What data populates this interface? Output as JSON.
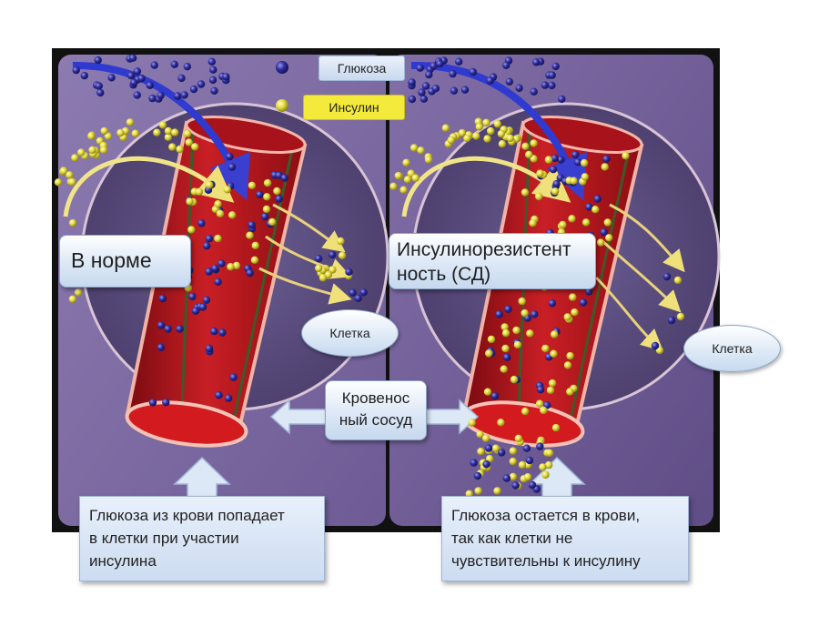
{
  "legend": {
    "glucose_label": "Глюкоза",
    "insulin_label": "Инсулин",
    "glucose_color": "#2b2a9a",
    "insulin_color": "#e8df3a"
  },
  "panels": {
    "normal": {
      "title": "В норме",
      "cell_label": "Клетка",
      "caption": "Глюкоза из крови попадает\nв клетки при участии\nинсулина"
    },
    "resistance": {
      "title": "Инсулинорезистент\nность (СД)",
      "cell_label": "Клетка",
      "caption": "Глюкоза остается в крови,\nтак как клетки не\nчувствительны к инсулину"
    }
  },
  "vessel_label": "Кровенос\nный сосуд",
  "colors": {
    "background_purple": "#7e6aa0",
    "vessel_red": "#b3161c",
    "frame": "#111111"
  }
}
